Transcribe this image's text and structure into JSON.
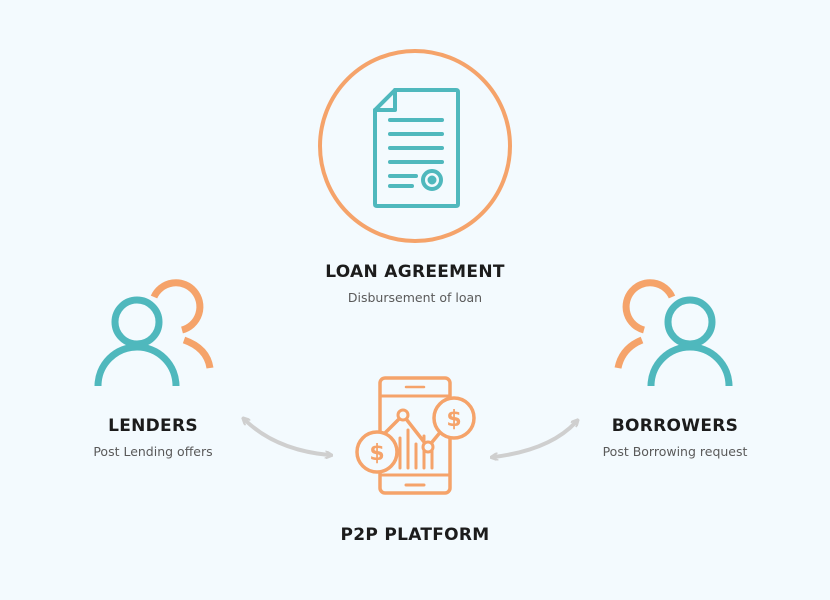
{
  "colors": {
    "background": "#f3fafe",
    "orange": "#f5a36a",
    "teal": "#4fb8bd",
    "arrow": "#cfcfcf",
    "text": "#1c1c1c"
  },
  "nodes": {
    "loan": {
      "title": "LOAN AGREEMENT",
      "subtitle": "Disbursement of loan",
      "icon": "document-icon"
    },
    "lenders": {
      "title": "LENDERS",
      "subtitle": "Post Lending offers",
      "icon": "users-icon"
    },
    "borrowers": {
      "title": "BORROWERS",
      "subtitle": "Post Borrowing request",
      "icon": "users-icon"
    },
    "platform": {
      "title": "P2P PLATFORM",
      "icon": "mobile-finance-icon"
    }
  },
  "edges": [
    {
      "from": "lenders",
      "to": "platform",
      "icon": "double-arrow-icon"
    },
    {
      "from": "platform",
      "to": "borrowers",
      "icon": "double-arrow-icon"
    }
  ]
}
